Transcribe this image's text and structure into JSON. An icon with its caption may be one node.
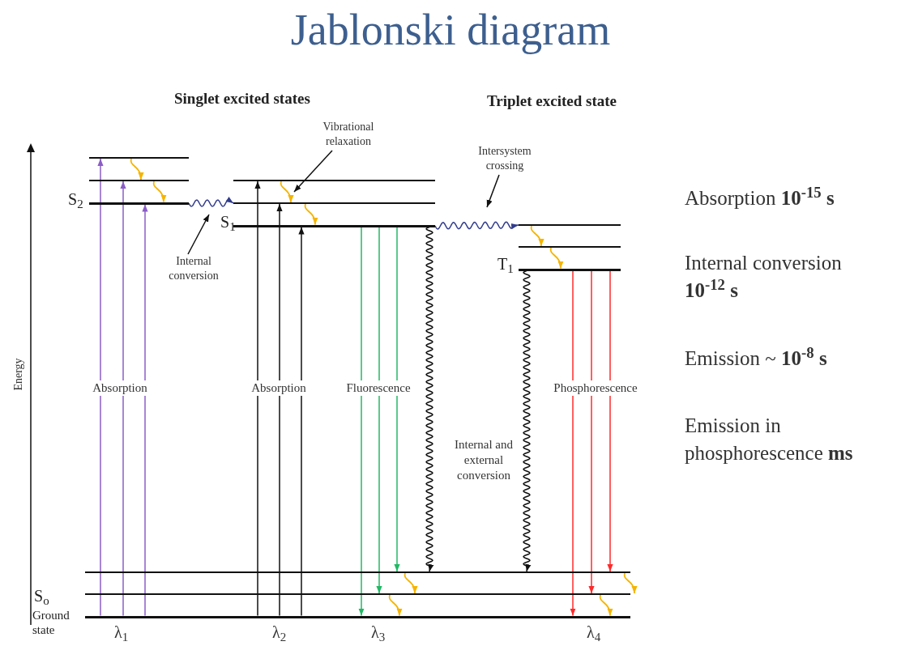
{
  "diagram": {
    "title": "Jablonski diagram",
    "nodes": [
      {
        "text": [],
        "shape": "bar"
      },
      {
        "text": [],
        "shape": "bar"
      },
      {
        "text": [],
        "shape": "bar",
        "beside": [
          "S$_{2}$"
        ]
      },
      {
        "text": [],
        "shape": "bar"
      },
      {
        "text": [],
        "shape": "bar"
      },
      {
        "text": [],
        "shape": "bar",
        "beside": [
          "S$_{1}$"
        ]
      },
      {
        "text": [],
        "shape": "bar"
      },
      {
        "text": [],
        "shape": "bar"
      },
      {
        "text": [],
        "shape": "bar",
        "beside": [
          "T$_{1}$"
        ]
      },
      {
        "text": [],
        "shape": "bar"
      },
      {
        "text": [],
        "shape": "bar",
        "beside": [
          "S$_{o}$"
        ]
      },
      {
        "text": [],
        "shape": "bar",
        "beside": [
          "Ground state"
        ]
      },
      {
        "text": [
          "Vibrational relaxation"
        ]
      },
      {
        "text": [
          "Internal conversion"
        ]
      },
      {
        "text": [
          "Intersystem crossing"
        ]
      }
    ],
    "edges": [
      {
        "from": 11,
        "to": 0,
        "arrow": "to",
        "color": "#8b5cc7"
      },
      {
        "from": 11,
        "to": 1,
        "arrow": "to",
        "color": "#8b5cc7",
        "label": "Absorption"
      },
      {
        "from": 11,
        "to": 2,
        "arrow": "to",
        "color": "#8b5cc7"
      },
      {
        "from": 11,
        "to": 3,
        "arrow": "to",
        "color": "#111111"
      },
      {
        "from": 11,
        "to": 4,
        "arrow": "to",
        "color": "#111111",
        "label": "Absorption"
      },
      {
        "from": 11,
        "to": 5,
        "arrow": "to",
        "color": "#111111"
      },
      {
        "from": 2,
        "to": 4,
        "arrow": "to",
        "color": "#323c8c"
      },
      {
        "from": 0,
        "to": 1,
        "arrow": "to",
        "color": "#f5b400"
      },
      {
        "from": 1,
        "to": 2,
        "arrow": "to",
        "color": "#f5b400"
      },
      {
        "from": 3,
        "to": 4,
        "arrow": "to",
        "color": "#f5b400"
      },
      {
        "from": 4,
        "to": 5,
        "arrow": "to",
        "color": "#f5b400"
      },
      {
        "from": 5,
        "to": 11,
        "arrow": "to",
        "color": "#22b865"
      },
      {
        "from": 5,
        "to": 10,
        "arrow": "to",
        "color": "#22b865",
        "label": "Fluorescence"
      },
      {
        "from": 5,
        "to": 9,
        "arrow": "to",
        "color": "#22b865"
      },
      {
        "from": 5,
        "to": 9,
        "arrow": "to",
        "color": "#111111",
        "label": "Internal and external conversion"
      },
      {
        "from": 5,
        "to": 6,
        "arrow": "to",
        "color": "#323c8c"
      },
      {
        "from": 6,
        "to": 7,
        "arrow": "to",
        "color": "#f5b400"
      },
      {
        "from": 7,
        "to": 8,
        "arrow": "to",
        "color": "#f5b400"
      },
      {
        "from": 8,
        "to": 9,
        "arrow": "to",
        "color": "#111111"
      },
      {
        "from": 8,
        "to": 11,
        "arrow": "to",
        "color": "#ff2a2a"
      },
      {
        "from": 8,
        "to": 10,
        "arrow": "to",
        "color": "#ff2a2a",
        "label": "Phosphorescence"
      },
      {
        "from": 8,
        "to": 9,
        "arrow": "to",
        "color": "#ff2a2a"
      },
      {
        "from": 9,
        "to": 10,
        "arrow": "to",
        "color": "#f5b400"
      },
      {
        "from": 10,
        "to": 11,
        "arrow": "to",
        "color": "#f5b400"
      },
      {
        "from": 9,
        "to": 10,
        "arrow": "to",
        "color": "#f5b400"
      },
      {
        "from": 10,
        "to": 11,
        "arrow": "to",
        "color": "#f5b400"
      },
      {
        "from": 12,
        "to": 3,
        "arrow": "to",
        "color": "#111111"
      },
      {
        "from": 13,
        "to": 5,
        "arrow": "to",
        "color": "#111111"
      },
      {
        "from": 14,
        "to": null,
        "arrow": "to",
        "color": "#111111"
      }
    ],
    "labels": [
      "Singlet excited states",
      "Triplet excited state",
      "Absorption **10$^{-15}$ s**",
      "Internal conversion **10$^{-12}$ s**",
      "Emission ~ **10$^{-8}$ s**",
      "Emission in phosphorescence **ms**",
      "Energy",
      "λ$_{1}$",
      "λ$_{2}$",
      "λ$_{3}$",
      "λ$_{4}$"
    ]
  }
}
